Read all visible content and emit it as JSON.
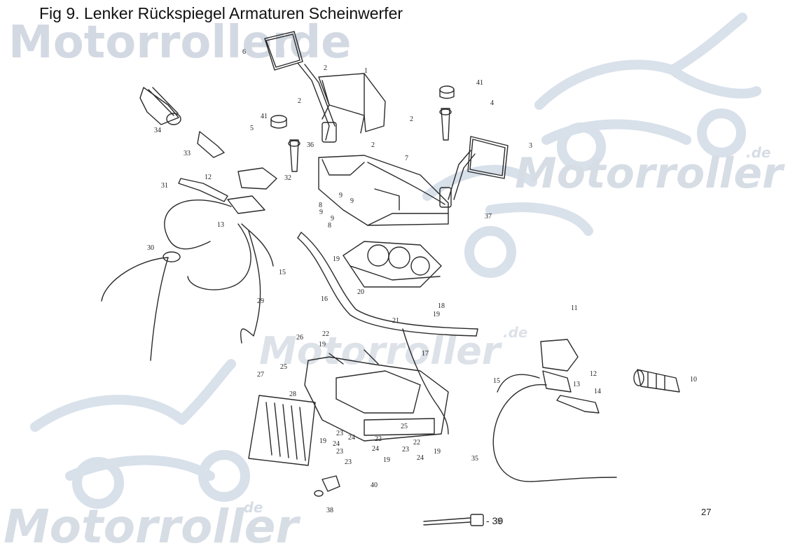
{
  "title": "Fig 9. Lenker Rückspiegel Armaturen Scheinwerfer",
  "page_number": "27",
  "watermark": {
    "text_main": "Motorroller",
    "text_suffix": ".de",
    "color": "#c9d4e3"
  },
  "part_labels": [
    "1",
    "2",
    "2",
    "2",
    "2",
    "3",
    "4",
    "5",
    "6",
    "7",
    "8",
    "8",
    "9",
    "9",
    "9",
    "9",
    "10",
    "11",
    "12",
    "12",
    "13",
    "13",
    "14",
    "15",
    "15",
    "16",
    "17",
    "18",
    "19",
    "19",
    "19",
    "19",
    "19",
    "19",
    "20",
    "21",
    "22",
    "22",
    "22",
    "23",
    "23",
    "23",
    "23",
    "24",
    "24",
    "24",
    "24",
    "25",
    "25",
    "26",
    "27",
    "28",
    "29",
    "30",
    "31",
    "32",
    "33",
    "34",
    "35",
    "36",
    "37",
    "38",
    "39",
    "40",
    "41",
    "41"
  ],
  "legend_39": "- 39",
  "colors": {
    "line": "#2a2a2a",
    "title": "#111111"
  }
}
